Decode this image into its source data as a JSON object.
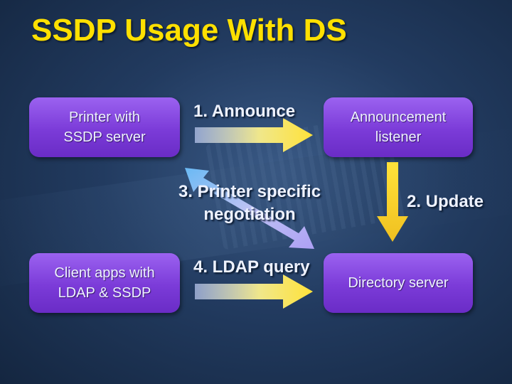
{
  "slide": {
    "title": "SSDP Usage With DS"
  },
  "boxes": {
    "printer": "Printer with\nSSDP server",
    "announcement_listener": "Announcement\nlistener",
    "client_apps": "Client apps with\nLDAP & SSDP",
    "directory_server": "Directory server"
  },
  "steps": {
    "announce": "1. Announce",
    "update": "2. Update",
    "negotiation": "3. Printer specific\nnegotiation",
    "ldap_query": "4. LDAP query"
  },
  "colors": {
    "title": "#ffe000",
    "box": "#7b3bd8",
    "arrow_yellow": "#f2e23a",
    "arrow_lavender": "#b8b8ff"
  }
}
